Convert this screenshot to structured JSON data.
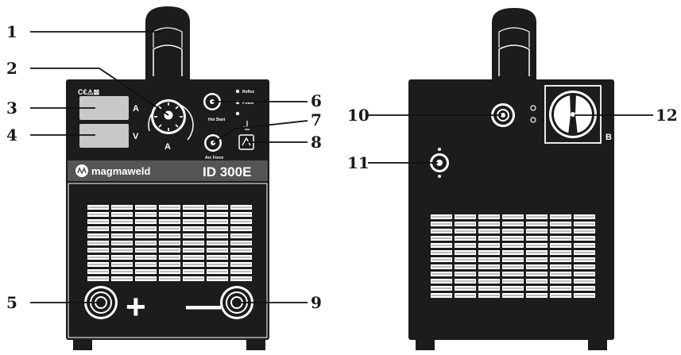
{
  "front_panel": {
    "ce_marks": "C€⚠⊠",
    "brand": "magmaweld",
    "model": "ID 300E",
    "display_current_unit": "A",
    "display_voltage_unit": "V",
    "knob_current_unit": "A",
    "led_labels": [
      "Reflex",
      "Power",
      ""
    ],
    "hot_start_label": "Hot Start",
    "arc_force_label": "Arc Force",
    "plus_symbol": "+",
    "minus_symbol": "—"
  },
  "rear_panel": {
    "switch_label": "B"
  },
  "callouts": [
    "1",
    "2",
    "3",
    "4",
    "5",
    "6",
    "7",
    "8",
    "9",
    "10",
    "11",
    "12"
  ],
  "colors": {
    "body": "#1c1c1c",
    "display": "#c8c8c8",
    "line": "#111111",
    "highlight": "#ffffff"
  }
}
